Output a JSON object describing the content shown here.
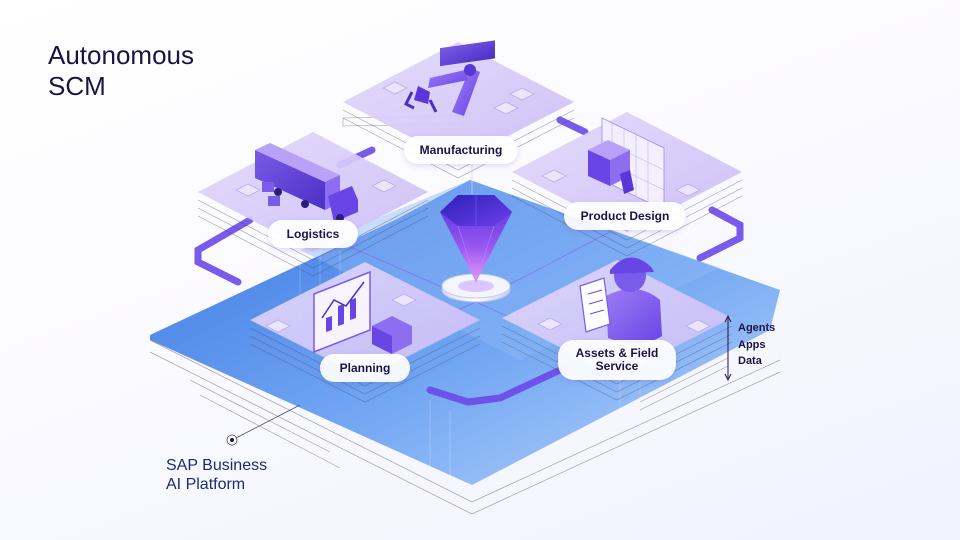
{
  "title": {
    "line1": "Autonomous",
    "line2": "SCM"
  },
  "platform": {
    "line1": "SAP Business",
    "line2": "AI Platform"
  },
  "modules": [
    {
      "id": "manufacturing",
      "label": "Manufacturing"
    },
    {
      "id": "logistics",
      "label": "Logistics"
    },
    {
      "id": "product-design",
      "label": "Product Design"
    },
    {
      "id": "planning",
      "label": "Planning"
    },
    {
      "id": "assets",
      "label_line1": "Assets & Field",
      "label_line2": "Service"
    }
  ],
  "layers": [
    "Agents",
    "Apps",
    "Data"
  ],
  "colors": {
    "title": "#1a1446",
    "platform_blue": "#3f7fea",
    "module_tile": "#d7ccf8",
    "accent_purple": "#7a56f0",
    "gem": "#6a3df0"
  },
  "icons": {
    "manufacturing": "robot-arm-icon",
    "logistics": "truck-icon",
    "product-design": "cube-blueprint-icon",
    "planning": "chart-board-icon",
    "assets": "field-worker-icon",
    "center": "gem-icon"
  }
}
